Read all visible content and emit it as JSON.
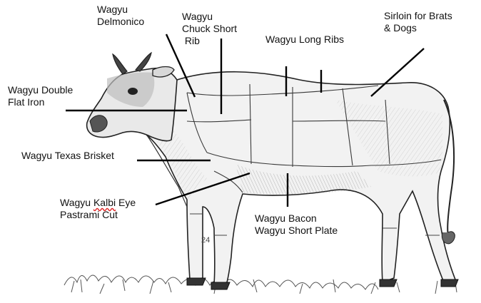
{
  "diagram": {
    "labels": {
      "delmonico": [
        "Wagyu",
        "Delmonico"
      ],
      "chuck_short_rib": [
        "Wagyu",
        "Chuck Short",
        " Rib"
      ],
      "long_ribs": [
        "Wagyu Long Ribs"
      ],
      "sirloin": [
        "Sirloin for Brats",
        "& Dogs"
      ],
      "double_flat_iron": [
        "Wagyu Double",
        "Flat Iron"
      ],
      "texas_brisket": [
        "Wagyu Texas Brisket"
      ],
      "kalbi": {
        "line1_prefix": "Wagyu ",
        "line1_word": "Kalbi",
        "line1_suffix": " Eye",
        "line2": "Pastrami Cut"
      },
      "bacon": [
        "Wagyu Bacon",
        "Wagyu Short Plate"
      ]
    },
    "colors": {
      "leader": "#000000",
      "ink": "#2b2b2b",
      "spellcheck": "#d22222"
    },
    "illustration": "cow-engraving-with-butcher-cut-lines"
  }
}
